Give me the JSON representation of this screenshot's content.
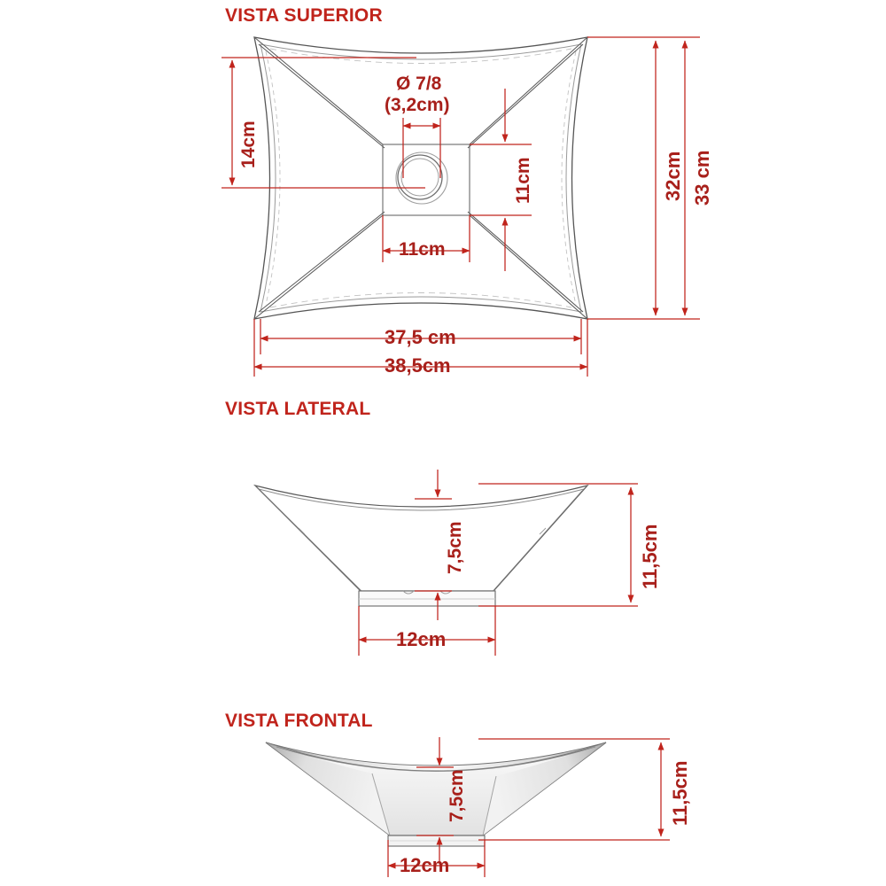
{
  "document": {
    "type": "technical-drawing",
    "subject": "vessel sink dimensional drawing",
    "language": "pt-BR",
    "units": "cm",
    "background_color": "#ffffff",
    "dimension_color": "#a8201b",
    "title_color": "#c0241c",
    "outline_color": "#4a4a4a"
  },
  "views": {
    "top": {
      "title": "VISTA SUPERIOR",
      "dimensions": {
        "drain_diameter_label": "Ø 7/8",
        "drain_diameter_metric": "(3,2cm)",
        "left_offset": "14cm",
        "base_depth": "11cm",
        "base_width": "11cm",
        "overall_depth_inner": "32cm",
        "overall_depth_outer": "33 cm",
        "overall_width_inner": "37,5 cm",
        "overall_width_outer": "38,5cm"
      }
    },
    "side": {
      "title": "VISTA LATERAL",
      "dimensions": {
        "bowl_depth": "7,5cm",
        "overall_height": "11,5cm",
        "base_width": "12cm"
      }
    },
    "front": {
      "title": "VISTA FRONTAL",
      "dimensions": {
        "bowl_depth": "7,5cm",
        "overall_height": "11,5cm",
        "base_width": "12cm"
      }
    }
  }
}
